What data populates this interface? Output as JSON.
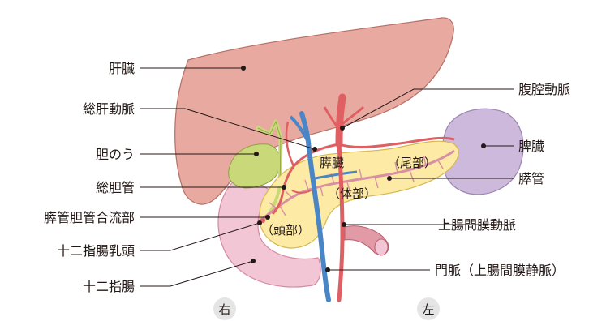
{
  "labels": {
    "liver": "肝臓",
    "common_hepatic_artery": "総肝動脈",
    "gallbladder": "胆のう",
    "common_bile_duct": "総胆管",
    "pancreaticobiliary_junction": "膵管胆管合流部",
    "duodenal_papilla": "十二指腸乳頭",
    "duodenum": "十二指腸",
    "celiac_artery": "腹腔動脈",
    "spleen": "脾臓",
    "pancreatic_duct": "膵管",
    "superior_mesenteric_artery": "上腸間膜動脈",
    "portal_vein": "門脈（上腸間膜静脈）",
    "pancreas": "膵臓",
    "pancreas_tail": "（尾部）",
    "pancreas_body": "（体部）",
    "pancreas_head": "（頭部）"
  },
  "directions": {
    "right": "右",
    "left": "左"
  },
  "colors": {
    "liver": "#e8a9a0",
    "liver_stroke": "#b56f66",
    "gallbladder": "#c9d97a",
    "pancreas": "#fdeaa4",
    "pancreas_stroke": "#d8b84d",
    "spleen": "#cdb9dc",
    "duodenum": "#f3c6d6",
    "intestine": "#e29aa6",
    "artery": "#e05f63",
    "vein": "#4a86c5",
    "duct": "#d98fa3",
    "direction_badge": "#e5e5e5"
  }
}
